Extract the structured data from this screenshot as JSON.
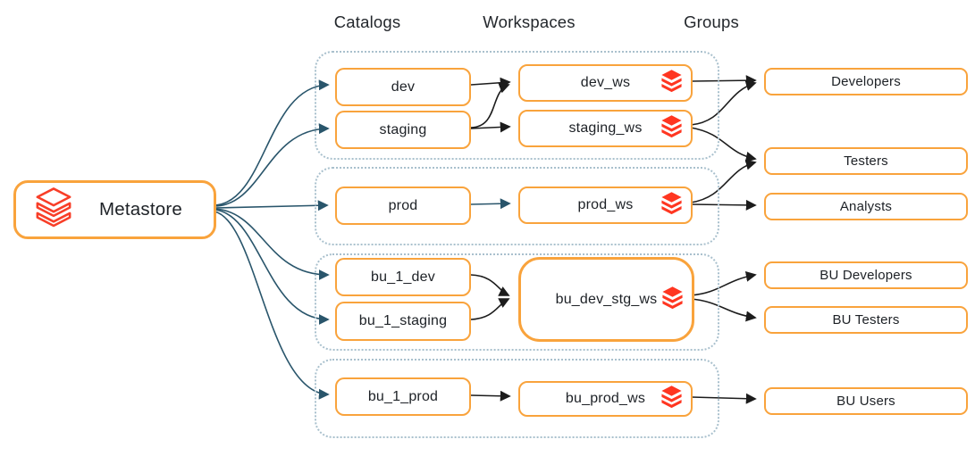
{
  "headers": {
    "catalogs": "Catalogs",
    "workspaces": "Workspaces",
    "groups": "Groups"
  },
  "metastore": {
    "label": "Metastore",
    "icon": "databricks-outline-icon"
  },
  "catalogs": [
    {
      "label": "dev"
    },
    {
      "label": "staging"
    },
    {
      "label": "prod"
    },
    {
      "label": "bu_1_dev"
    },
    {
      "label": "bu_1_staging"
    },
    {
      "label": "bu_1_prod"
    }
  ],
  "workspaces": [
    {
      "label": "dev_ws",
      "icon": "databricks-icon"
    },
    {
      "label": "staging_ws",
      "icon": "databricks-icon"
    },
    {
      "label": "prod_ws",
      "icon": "databricks-icon"
    },
    {
      "label": "bu_dev_stg_ws",
      "icon": "databricks-icon"
    },
    {
      "label": "bu_prod_ws",
      "icon": "databricks-icon"
    }
  ],
  "groups": [
    {
      "label": "Developers"
    },
    {
      "label": "Testers"
    },
    {
      "label": "Analysts"
    },
    {
      "label": "BU Developers"
    },
    {
      "label": "BU Testers"
    },
    {
      "label": "BU Users"
    }
  ],
  "edges": [
    {
      "from": "Metastore",
      "to": "dev"
    },
    {
      "from": "Metastore",
      "to": "staging"
    },
    {
      "from": "Metastore",
      "to": "prod"
    },
    {
      "from": "Metastore",
      "to": "bu_1_dev"
    },
    {
      "from": "Metastore",
      "to": "bu_1_staging"
    },
    {
      "from": "Metastore",
      "to": "bu_1_prod"
    },
    {
      "from": "dev",
      "to": "dev_ws"
    },
    {
      "from": "staging",
      "to": "dev_ws"
    },
    {
      "from": "staging",
      "to": "staging_ws"
    },
    {
      "from": "prod",
      "to": "prod_ws"
    },
    {
      "from": "bu_1_dev",
      "to": "bu_dev_stg_ws"
    },
    {
      "from": "bu_1_staging",
      "to": "bu_dev_stg_ws"
    },
    {
      "from": "bu_1_prod",
      "to": "bu_prod_ws"
    },
    {
      "from": "dev_ws",
      "to": "Developers"
    },
    {
      "from": "staging_ws",
      "to": "Developers"
    },
    {
      "from": "staging_ws",
      "to": "Testers"
    },
    {
      "from": "prod_ws",
      "to": "Testers"
    },
    {
      "from": "prod_ws",
      "to": "Analysts"
    },
    {
      "from": "bu_dev_stg_ws",
      "to": "BU Developers"
    },
    {
      "from": "bu_dev_stg_ws",
      "to": "BU Testers"
    },
    {
      "from": "bu_prod_ws",
      "to": "BU Users"
    }
  ],
  "colors": {
    "box_border": "#f9a33c",
    "databricks_red": "#ff3621",
    "metastore_arrow_teal": "#29556b",
    "edge_black": "#1c1c1c",
    "tier_outline": "#a9c0cd",
    "text": "#1d2126",
    "background": "#ffffff"
  }
}
